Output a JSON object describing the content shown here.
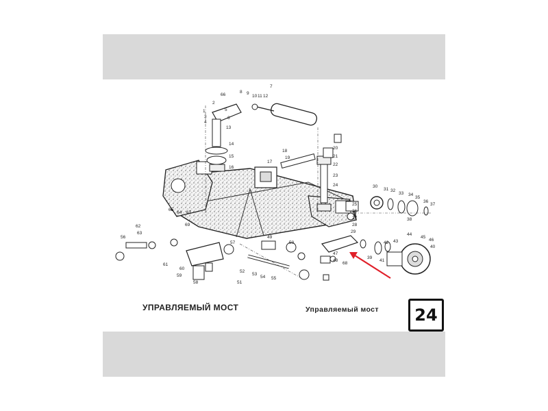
{
  "captions": {
    "left": "УПРАВЛЯЕМЫЙ МОСТ",
    "right": "Управляемый мост"
  },
  "page_number": "24",
  "arrow_color": "#e0202a",
  "callouts": [
    {
      "id": "c1",
      "text": "66"
    },
    {
      "id": "c2",
      "text": "1"
    },
    {
      "id": "c3",
      "text": "3"
    },
    {
      "id": "c4",
      "text": "4"
    },
    {
      "id": "c5",
      "text": "8"
    },
    {
      "id": "c6",
      "text": "9"
    },
    {
      "id": "c7",
      "text": "10"
    },
    {
      "id": "c8",
      "text": "11"
    },
    {
      "id": "c9",
      "text": "12"
    },
    {
      "id": "c10",
      "text": "5"
    },
    {
      "id": "c11",
      "text": "6"
    },
    {
      "id": "c12",
      "text": "13"
    },
    {
      "id": "c13",
      "text": "7"
    },
    {
      "id": "c14",
      "text": "2"
    },
    {
      "id": "c15",
      "text": "14"
    },
    {
      "id": "c16",
      "text": "15"
    },
    {
      "id": "c17",
      "text": "16"
    },
    {
      "id": "c18",
      "text": "17"
    },
    {
      "id": "c19",
      "text": "18"
    },
    {
      "id": "c20",
      "text": "19"
    },
    {
      "id": "c21",
      "text": "20"
    },
    {
      "id": "c22",
      "text": "21"
    },
    {
      "id": "c23",
      "text": "22"
    },
    {
      "id": "c24",
      "text": "23"
    },
    {
      "id": "c25",
      "text": "24"
    },
    {
      "id": "c26",
      "text": "25"
    },
    {
      "id": "c27",
      "text": "26"
    },
    {
      "id": "c28",
      "text": "27"
    },
    {
      "id": "c29",
      "text": "28"
    },
    {
      "id": "c30",
      "text": "29"
    },
    {
      "id": "c31",
      "text": "30"
    },
    {
      "id": "c32",
      "text": "31"
    },
    {
      "id": "c33",
      "text": "32"
    },
    {
      "id": "c34",
      "text": "33"
    },
    {
      "id": "c35",
      "text": "34"
    },
    {
      "id": "c36",
      "text": "35"
    },
    {
      "id": "c37",
      "text": "36"
    },
    {
      "id": "c38",
      "text": "37"
    },
    {
      "id": "c39",
      "text": "38"
    },
    {
      "id": "c40",
      "text": "44"
    },
    {
      "id": "c41",
      "text": "45"
    },
    {
      "id": "c42",
      "text": "46"
    },
    {
      "id": "c43",
      "text": "39"
    },
    {
      "id": "c44",
      "text": "40"
    },
    {
      "id": "c45",
      "text": "41"
    },
    {
      "id": "c46",
      "text": "42"
    },
    {
      "id": "c47",
      "text": "43"
    },
    {
      "id": "c48",
      "text": "47"
    },
    {
      "id": "c49",
      "text": "48"
    },
    {
      "id": "c50",
      "text": "49"
    },
    {
      "id": "c51",
      "text": "50"
    },
    {
      "id": "c52",
      "text": "51"
    },
    {
      "id": "c53",
      "text": "52"
    },
    {
      "id": "c54",
      "text": "53"
    },
    {
      "id": "c55",
      "text": "54"
    },
    {
      "id": "c56",
      "text": "55"
    },
    {
      "id": "c57",
      "text": "56"
    },
    {
      "id": "c58",
      "text": "57"
    },
    {
      "id": "c59",
      "text": "58"
    },
    {
      "id": "c60",
      "text": "59"
    },
    {
      "id": "c61",
      "text": "60"
    },
    {
      "id": "c62",
      "text": "61"
    },
    {
      "id": "c63",
      "text": "62"
    },
    {
      "id": "c64",
      "text": "63"
    },
    {
      "id": "c65",
      "text": "64"
    },
    {
      "id": "c66",
      "text": "65"
    },
    {
      "id": "c67",
      "text": "67"
    },
    {
      "id": "c68",
      "text": "68"
    },
    {
      "id": "c69",
      "text": "69"
    }
  ]
}
